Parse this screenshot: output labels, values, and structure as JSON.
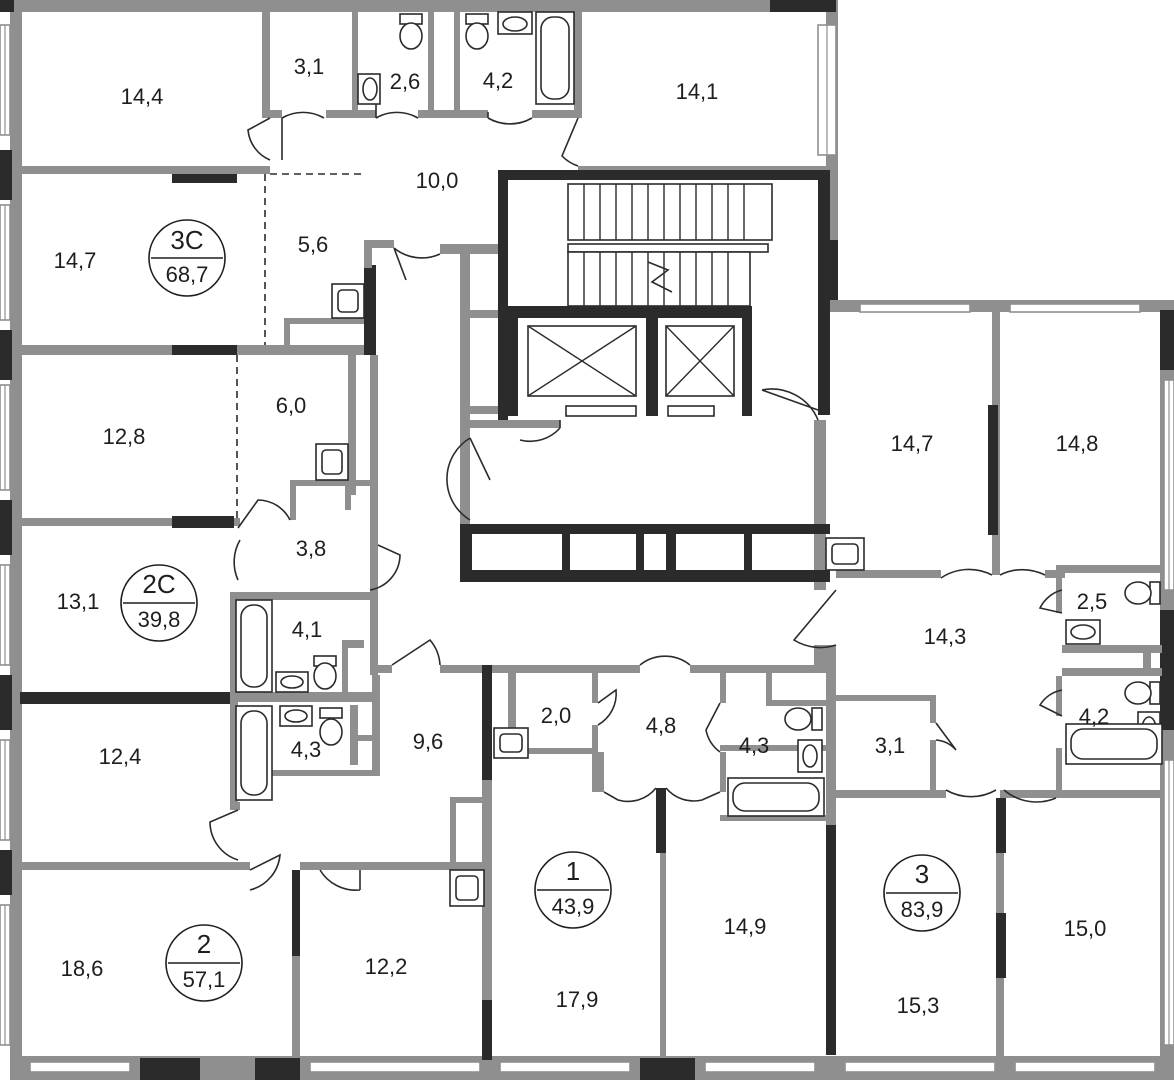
{
  "colors": {
    "wall": "#8f8f8f",
    "core": "#2b2b2b",
    "text": "#1e1e1e",
    "background": "#ffffff"
  },
  "icons": [
    "toilet-icon",
    "sink-icon",
    "bathtub-icon",
    "elevator-icon",
    "stair-icon"
  ],
  "apartments": [
    {
      "id": "3C",
      "total": "68,7"
    },
    {
      "id": "2C",
      "total": "39,8"
    },
    {
      "id": "2",
      "total": "57,1"
    },
    {
      "id": "1",
      "total": "43,9"
    },
    {
      "id": "3",
      "total": "83,9"
    }
  ],
  "rooms": [
    "14,4",
    "3,1",
    "2,6",
    "4,2",
    "14,1",
    "10,0",
    "14,7",
    "5,6",
    "12,8",
    "6,0",
    "3,8",
    "13,1",
    "4,1",
    "12,4",
    "4,3",
    "9,6",
    "18,6",
    "12,2",
    "2,0",
    "4,8",
    "4,3",
    "17,9",
    "14,9",
    "14,7",
    "14,8",
    "14,3",
    "2,5",
    "4,2",
    "3,1",
    "15,3",
    "15,0"
  ]
}
